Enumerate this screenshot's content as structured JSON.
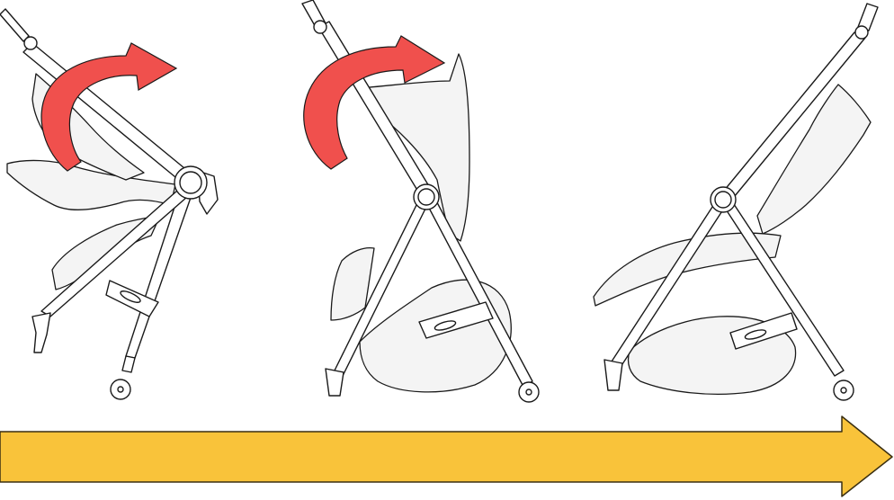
{
  "colors": {
    "rotation_arrow": "#f0504d",
    "progress_arrow": "#f9c33a",
    "progress_arrow_edge": "#3a2f12",
    "line": "#1a1a1a",
    "background": "#ffffff"
  },
  "icons": {
    "step1_rotation": "curved-arrow-clockwise",
    "step2_rotation": "curved-arrow-clockwise",
    "sequence": "arrow-right"
  }
}
